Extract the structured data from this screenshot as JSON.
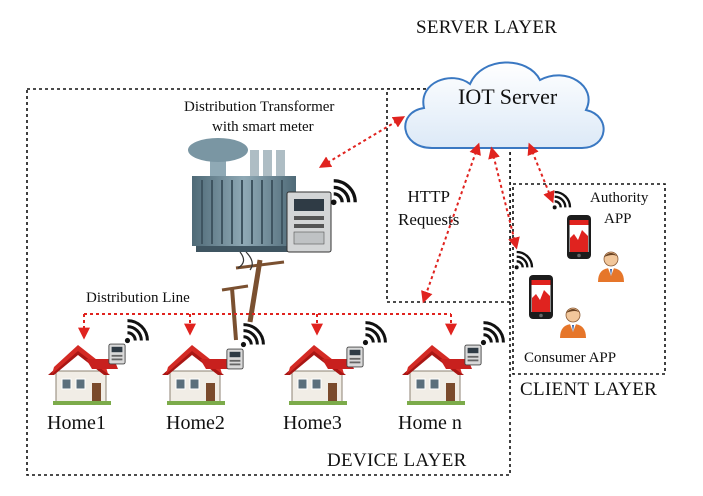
{
  "layers": {
    "server": "SERVER LAYER",
    "device": "DEVICE LAYER",
    "client": "CLIENT LAYER"
  },
  "server": {
    "label": "IOT Server"
  },
  "transformer": {
    "line1": "Distribution Transformer",
    "line2": "with smart meter"
  },
  "distribution_line": "Distribution Line",
  "http": {
    "line1": "HTTP",
    "line2": "Requests"
  },
  "apps": {
    "authority_line1": "Authority",
    "authority_line2": "APP",
    "consumer": "Consumer APP"
  },
  "homes": [
    "Home1",
    "Home2",
    "Home3",
    "Home n"
  ],
  "colors": {
    "arrow": "#e0231f",
    "roof": "#c8201e",
    "cloud_stroke": "#3a78c2",
    "transformer": "#6d8a97",
    "wall": "#f1ede6"
  },
  "icons": [
    "cloud-icon",
    "transformer-icon",
    "smart-meter-icon",
    "utility-pole-icon",
    "house-icon",
    "wifi-signal-icon",
    "smartphone-icon",
    "person-icon"
  ]
}
